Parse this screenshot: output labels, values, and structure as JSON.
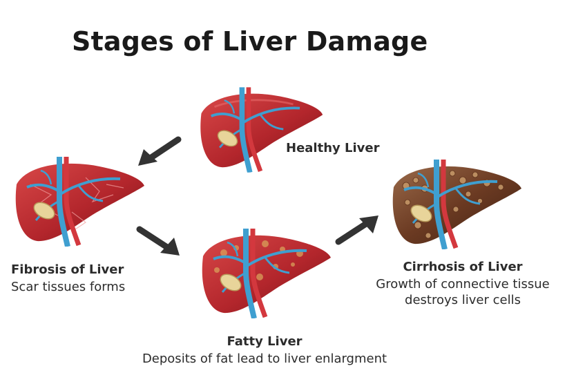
{
  "title": "Stages of Liver Damage",
  "stages": {
    "healthy": {
      "name": "Healthy Liver"
    },
    "fibrosis": {
      "name": "Fibrosis of Liver",
      "desc": "Scar tissues forms"
    },
    "fatty": {
      "name": "Fatty Liver",
      "desc": "Deposits of fat lead to liver enlargment"
    },
    "cirrhosis": {
      "name": "Cirrhosis of Liver",
      "desc_1": "Growth of connective tissue",
      "desc_2": "destroys liver cells"
    }
  },
  "colors": {
    "liver_red": "#b3262c",
    "liver_dark": "#7a1418",
    "vein_blue": "#3f9fd0",
    "artery_red": "#d3383e",
    "gallbladder": "#e8d49a",
    "fat": "#d9a05a",
    "cirrhosis_brown": "#6b3a22",
    "arrow": "#333333",
    "text": "#2c2c2c"
  },
  "icons": [
    "healthy-liver-icon",
    "fibrosis-liver-icon",
    "fatty-liver-icon",
    "cirrhosis-liver-icon",
    "arrow-icon"
  ]
}
